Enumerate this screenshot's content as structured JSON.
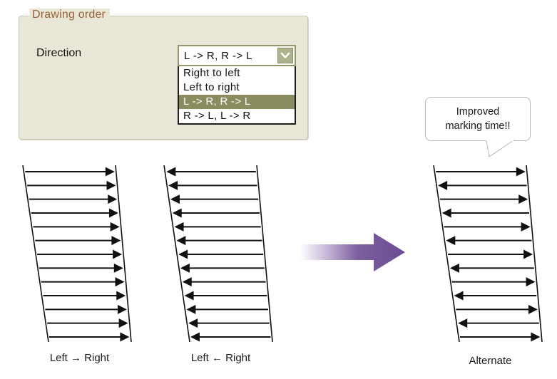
{
  "panel": {
    "title": "Drawing order",
    "direction_label": "Direction",
    "bg_color": "#e8e6d7",
    "title_color": "#9b5f33"
  },
  "combo": {
    "name": "direction-select",
    "value": "L -> R, R -> L",
    "arrow_icon": "chevron-down-icon",
    "expanded": true,
    "highlight_color": "#8a8c5f",
    "options": [
      {
        "label": "Right to left",
        "selected": false
      },
      {
        "label": "Left to right",
        "selected": false
      },
      {
        "label": "L -> R, R -> L",
        "selected": true
      },
      {
        "label": "R -> L, L -> R",
        "selected": false
      }
    ]
  },
  "callout": {
    "line1": "Improved",
    "line2": "marking time!!"
  },
  "transition": {
    "arrow_color": "#6b4c93",
    "icon": "right-arrow-gradient-icon"
  },
  "diagrams": [
    {
      "id": "left-to-right",
      "caption": "Left → Right",
      "arrow_count": 13,
      "pattern": "all-right",
      "directions": [
        "right",
        "right",
        "right",
        "right",
        "right",
        "right",
        "right",
        "right",
        "right",
        "right",
        "right",
        "right",
        "right"
      ]
    },
    {
      "id": "right-to-left",
      "caption": "Left ← Right",
      "arrow_count": 13,
      "pattern": "all-left",
      "directions": [
        "left",
        "left",
        "left",
        "left",
        "left",
        "left",
        "left",
        "left",
        "left",
        "left",
        "left",
        "left",
        "left"
      ]
    },
    {
      "id": "alternate",
      "caption": "Alternate",
      "arrow_count": 13,
      "pattern": "alternating",
      "directions": [
        "right",
        "left",
        "right",
        "left",
        "right",
        "left",
        "right",
        "left",
        "right",
        "left",
        "right",
        "left",
        "right"
      ]
    }
  ]
}
